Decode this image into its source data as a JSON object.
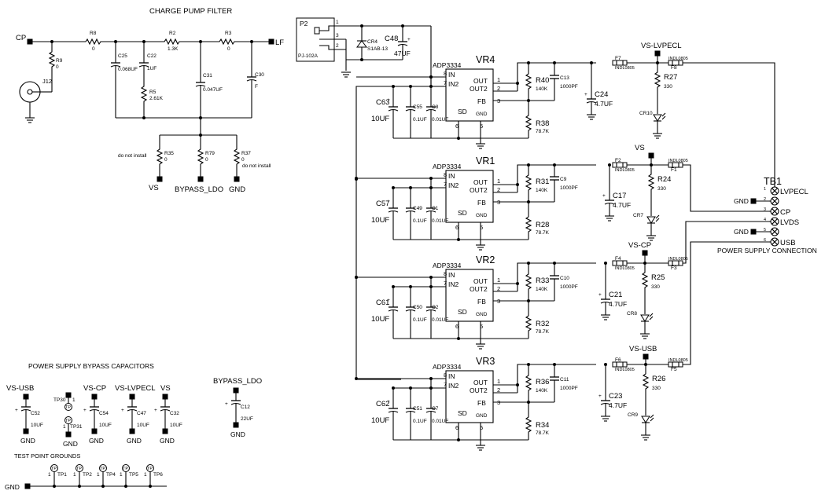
{
  "titles": {
    "charge_pump": "CHARGE PUMP FILTER",
    "bypass": "POWER SUPPLY BYPASS CAPACITORS",
    "test_points": "TEST POINT GROUNDS",
    "psc": "POWER SUPPLY CONNECTION"
  },
  "filter": {
    "cp": "CP",
    "lf": "LF",
    "j12": "J12",
    "r9": "R9",
    "r9v": "0",
    "r8": "R8",
    "r8v": "0",
    "r2": "R2",
    "r2v": "1.3K",
    "r3": "R3",
    "r3v": "0",
    "c25": "C25",
    "c25v": "0.068UF",
    "c22": "C22",
    "c22v": "1UF",
    "r5": "R5",
    "r5v": "2.61K",
    "c31": "C31",
    "c31v": "0.047UF",
    "c30": "C30",
    "c30v": "F",
    "r35": "R35",
    "r35v": "0",
    "r35n": "do not install",
    "r79": "R79",
    "r79v": "0",
    "r37": "R37",
    "r37v": "0",
    "r37n": "do not install",
    "vs": "VS",
    "bypass_ldo": "BYPASS_LDO",
    "gnd": "GND"
  },
  "jack": {
    "p2": "P2",
    "model": "PJ-102A",
    "p1": "1",
    "p2pin": "2",
    "p3": "3",
    "cr4": "CR4",
    "cr4v": "S1AB-13",
    "c48": "C48",
    "c48v": "47UF"
  },
  "regs": [
    {
      "name": "VR4",
      "part": "ADP3334",
      "cin": "C63",
      "cin_v": "10UF",
      "cb": "C55",
      "cb_v": "0.1UF",
      "cc": "C8",
      "cc_v": "0.01UF",
      "rt": "R40",
      "rt_v": "140K",
      "cf": "C13",
      "cf_v": "1000PF",
      "rb": "R38",
      "rb_v": "78.7K",
      "cout": "C24",
      "cout_v": "4.7UF"
    },
    {
      "name": "VR1",
      "part": "ADP3334",
      "cin": "C57",
      "cin_v": "10UF",
      "cb": "C49",
      "cb_v": "0.1UF",
      "cc": "C1",
      "cc_v": "0.01UF",
      "rt": "R31",
      "rt_v": "140K",
      "cf": "C9",
      "cf_v": "1000PF",
      "rb": "R28",
      "rb_v": "78.7K",
      "cout": "C17",
      "cout_v": "4.7UF"
    },
    {
      "name": "VR2",
      "part": "ADP3334",
      "cin": "C61",
      "cin_v": "10UF",
      "cb": "C50",
      "cb_v": "0.1UF",
      "cc": "C2",
      "cc_v": "0.01UF",
      "rt": "R33",
      "rt_v": "140K",
      "cf": "C10",
      "cf_v": "1000PF",
      "rb": "R32",
      "rb_v": "78.7K",
      "cout": "C21",
      "cout_v": "4.7UF"
    },
    {
      "name": "VR3",
      "part": "ADP3334",
      "cin": "C62",
      "cin_v": "10UF",
      "cb": "C51",
      "cb_v": "0.1UF",
      "cc": "C7",
      "cc_v": "0.01UF",
      "rt": "R36",
      "rt_v": "140K",
      "cf": "C11",
      "cf_v": "1000PF",
      "rb": "R34",
      "rb_v": "78.7K",
      "cout": "C23",
      "cout_v": "4.7UF"
    }
  ],
  "pins": {
    "in": "IN",
    "in2": "IN2",
    "out": "OUT",
    "out2": "OUT2",
    "fb": "FB",
    "sd": "SD",
    "gnd": "GND",
    "n8": "8",
    "n7": "7",
    "n1": "1",
    "n2": "2",
    "n3": "3",
    "n6": "6",
    "n5": "5"
  },
  "outs": [
    {
      "net": "VS-LVPECL",
      "fa": "F7",
      "fb": "F8",
      "ind": "INDL0805",
      "r": "R27",
      "rv": "330",
      "cr": "CR10"
    },
    {
      "net": "VS",
      "fa": "F2",
      "fb": "F1",
      "ind": "INDL0805",
      "r": "R24",
      "rv": "330",
      "cr": "CR7"
    },
    {
      "net": "VS-CP",
      "fa": "F4",
      "fb": "F3",
      "ind": "INDL0805",
      "r": "R25",
      "rv": "330",
      "cr": "CR8"
    },
    {
      "net": "VS-USB",
      "fa": "F6",
      "fb": "F5",
      "ind": "INDL0805",
      "r": "R26",
      "rv": "330",
      "cr": "CR9"
    }
  ],
  "tb1": {
    "name": "TB1",
    "gnd1": "GND",
    "gnd2": "GND",
    "pins": [
      {
        "n": "1",
        "label": "LVPECL"
      },
      {
        "n": "2",
        "label": ""
      },
      {
        "n": "3",
        "label": "CP"
      },
      {
        "n": "4",
        "label": "LVDS"
      },
      {
        "n": "5",
        "label": ""
      },
      {
        "n": "6",
        "label": "USB"
      }
    ]
  },
  "bypass": [
    {
      "net": "VS-USB",
      "ref": "C52",
      "val": "10UF"
    },
    {
      "net": "VS-CP",
      "ref": "C54",
      "val": "10UF"
    },
    {
      "net": "VS-LVPECL",
      "ref": "C47",
      "val": "10UF"
    },
    {
      "net": "VS",
      "ref": "C32",
      "val": "10UF"
    },
    {
      "net": "BYPASS_LDO",
      "ref": "C12",
      "val": "22UF"
    }
  ],
  "tp_vscp": {
    "a": "TP30",
    "b": "TP31",
    "p1": "1",
    "p1b": "1"
  },
  "tp": [
    {
      "ref": "TP1",
      "n": "1",
      "tp": "TP"
    },
    {
      "ref": "TP2",
      "n": "1",
      "tp": "TP"
    },
    {
      "ref": "TP4",
      "n": "1",
      "tp": "TP"
    },
    {
      "ref": "TP5",
      "n": "1",
      "tp": "TP"
    },
    {
      "ref": "TP6",
      "n": "1",
      "tp": "TP"
    }
  ],
  "gnd": "GND",
  "plus": "+"
}
